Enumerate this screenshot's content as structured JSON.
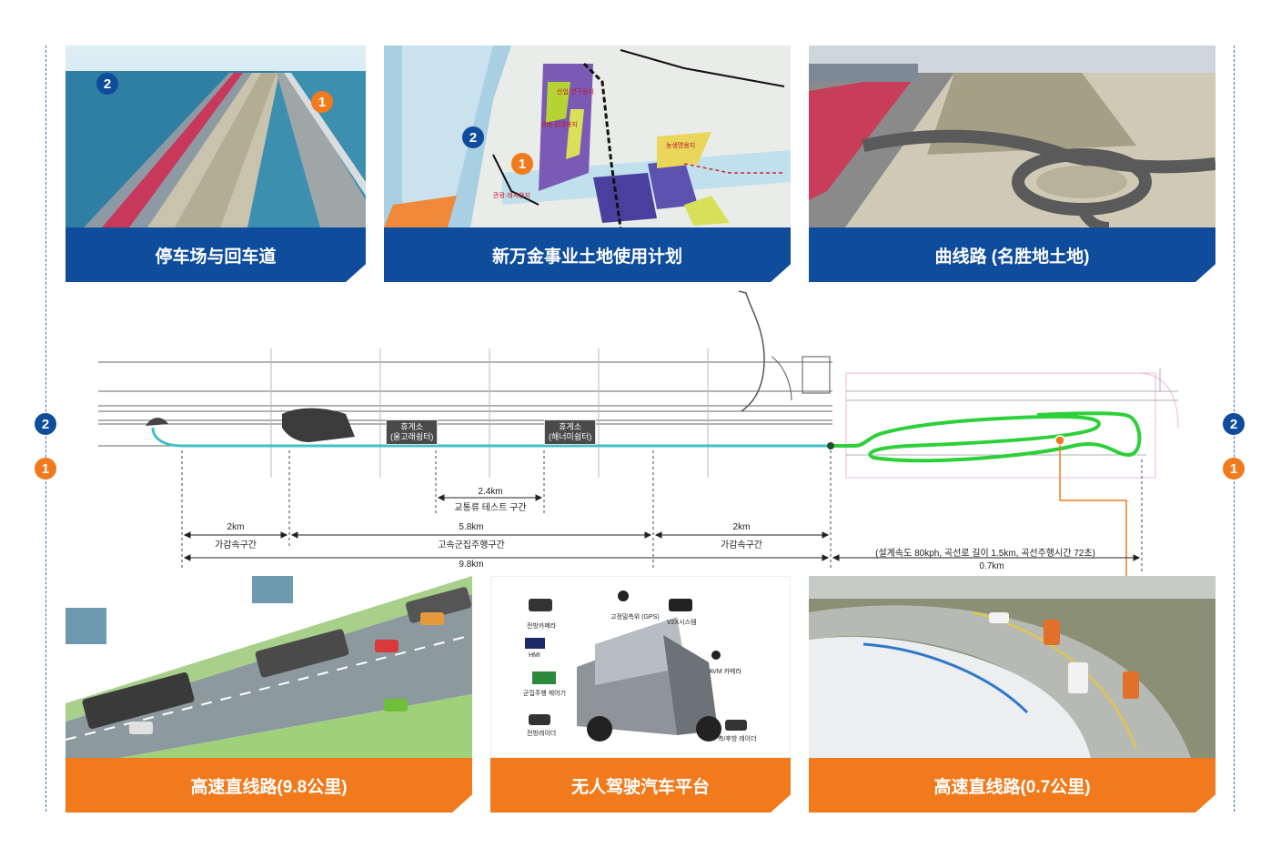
{
  "panels_top": [
    {
      "caption": "停车场与回车道",
      "markers": [
        "2",
        "1"
      ]
    },
    {
      "caption": "新万金事业土地使用计划",
      "markers": [
        "2",
        "1"
      ]
    },
    {
      "caption": "曲线路 (名胜地土地)"
    }
  ],
  "panels_bottom": [
    {
      "caption": "高速直线路(9.8公里)"
    },
    {
      "caption": "无人驾驶汽车平台"
    },
    {
      "caption": "高速直线路(0.7公里)"
    }
  ],
  "side_markers": {
    "left": [
      "2",
      "1"
    ],
    "right": [
      "2",
      "1"
    ]
  },
  "diagram": {
    "rest_area_1_line1": "휴게소",
    "rest_area_1_line2": "(울고래쉼터)",
    "rest_area_2_line1": "휴게소",
    "rest_area_2_line2": "(해너미쉼터)",
    "traffic_test_distance": "2.4km",
    "traffic_test_label": "교통류 테스트 구간",
    "accel_left_distance": "2km",
    "accel_left_label": "가감속구간",
    "platoon_distance": "5.8km",
    "platoon_label": "고속군집주행구간",
    "accel_right_distance": "2km",
    "accel_right_label": "가감속구간",
    "total_distance": "9.8km",
    "curve_spec": "(설계속도 80kph, 곡선로 길이 1.5km, 곡선주행시간 72초)",
    "curve_distance": "0.7km"
  },
  "truck_parts": [
    "전방카메라",
    "고정밀측위 (GPS)",
    "V2X시스템",
    "HMI",
    "AVM 카메라",
    "군집주행 제어기",
    "전방레이더",
    "측/후방 레이더"
  ],
  "map_labels": [
    "생태·환경용지",
    "산업·연구용지",
    "농생명용지",
    "관광·레저용지"
  ],
  "colors": {
    "blue": "#0f4c9c",
    "orange": "#f07a1c",
    "route_green": "#2ed03a",
    "route_teal": "#3fc0c8"
  }
}
